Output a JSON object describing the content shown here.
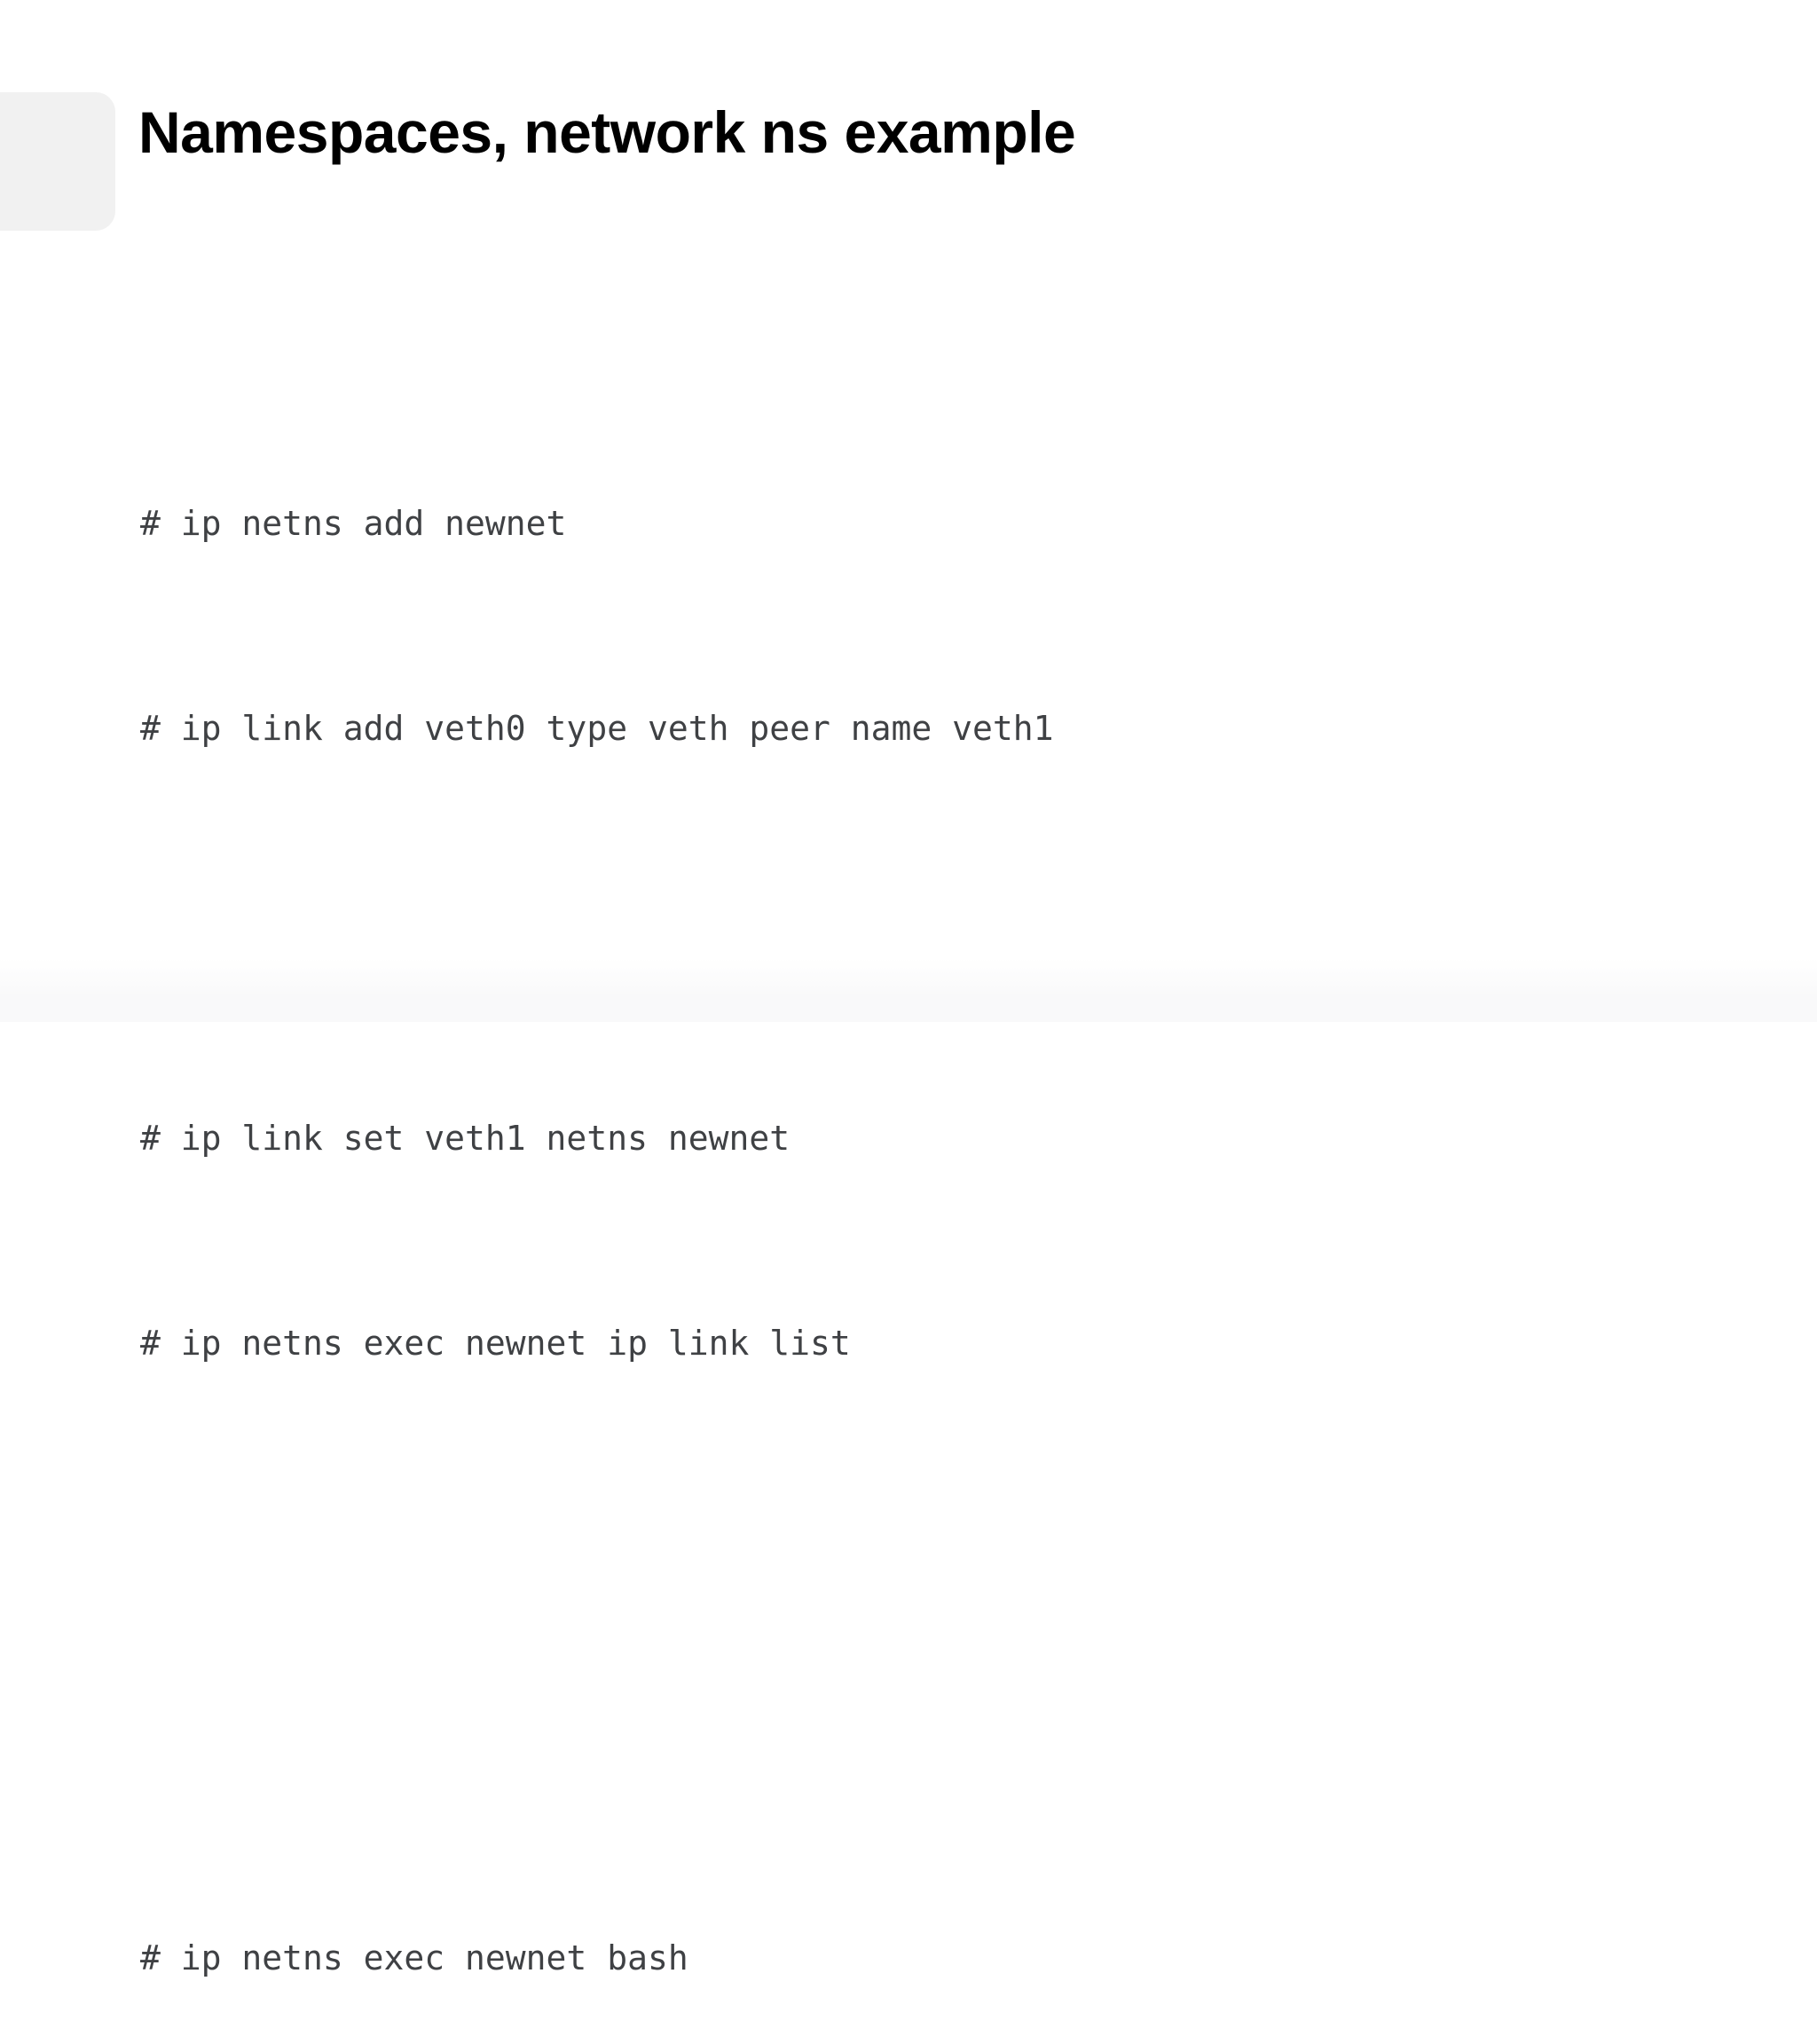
{
  "slide": {
    "title": "Namespaces, network ns example",
    "background_color": "#ffffff",
    "accent_block_color": "#f1f1f1",
    "code_color": "#3f4144",
    "code_lines": [
      "# ip netns add newnet",
      "# ip link add veth0 type veth peer name veth1",
      "",
      "# ip link set veth1 netns newnet",
      "# ip netns exec newnet ip link list",
      "",
      "",
      "# ip netns exec newnet bash"
    ]
  }
}
